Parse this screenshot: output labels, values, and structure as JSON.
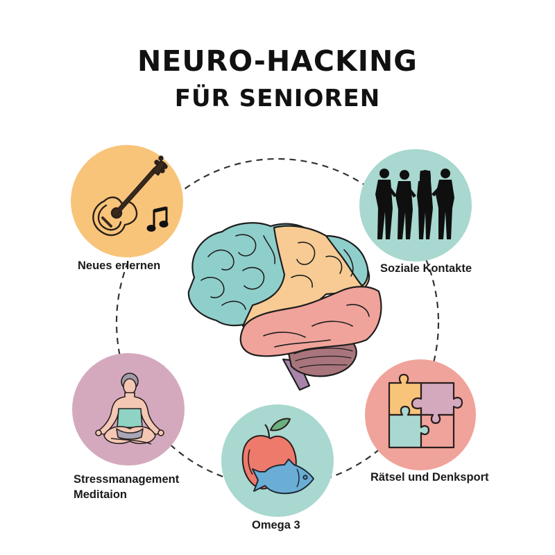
{
  "header": {
    "title": "NEURO-HACKING",
    "subtitle": "FÜR SENIOREN"
  },
  "center": {
    "icon": "brain-icon",
    "colors": {
      "frontal": "#8FCFCB",
      "parietal": "#F7CB93",
      "temporal": "#F0A39A",
      "cerebellum": "#B07A80",
      "stem": "#A784A8"
    }
  },
  "ring": {
    "style": "dashed",
    "color": "#333333"
  },
  "items": [
    {
      "id": "neues-erlernen",
      "label": "Neues erlernen",
      "icon": "guitar-music-note-icon",
      "color": "#F8C47A"
    },
    {
      "id": "soziale-kontakte",
      "label": "Soziale Kontakte",
      "icon": "people-silhouettes-icon",
      "color": "#A8D8CF"
    },
    {
      "id": "stressmanagement",
      "label": "Stressmanagement",
      "label2": "Meditaion",
      "icon": "meditation-person-icon",
      "color": "#D4A9BE"
    },
    {
      "id": "omega-3",
      "label": "Omega 3",
      "icon": "apple-fish-icon",
      "color": "#A8D8CF"
    },
    {
      "id": "raetsel",
      "label": "Rätsel und Denksport",
      "icon": "puzzle-pieces-icon",
      "color": "#F0A39A"
    }
  ]
}
